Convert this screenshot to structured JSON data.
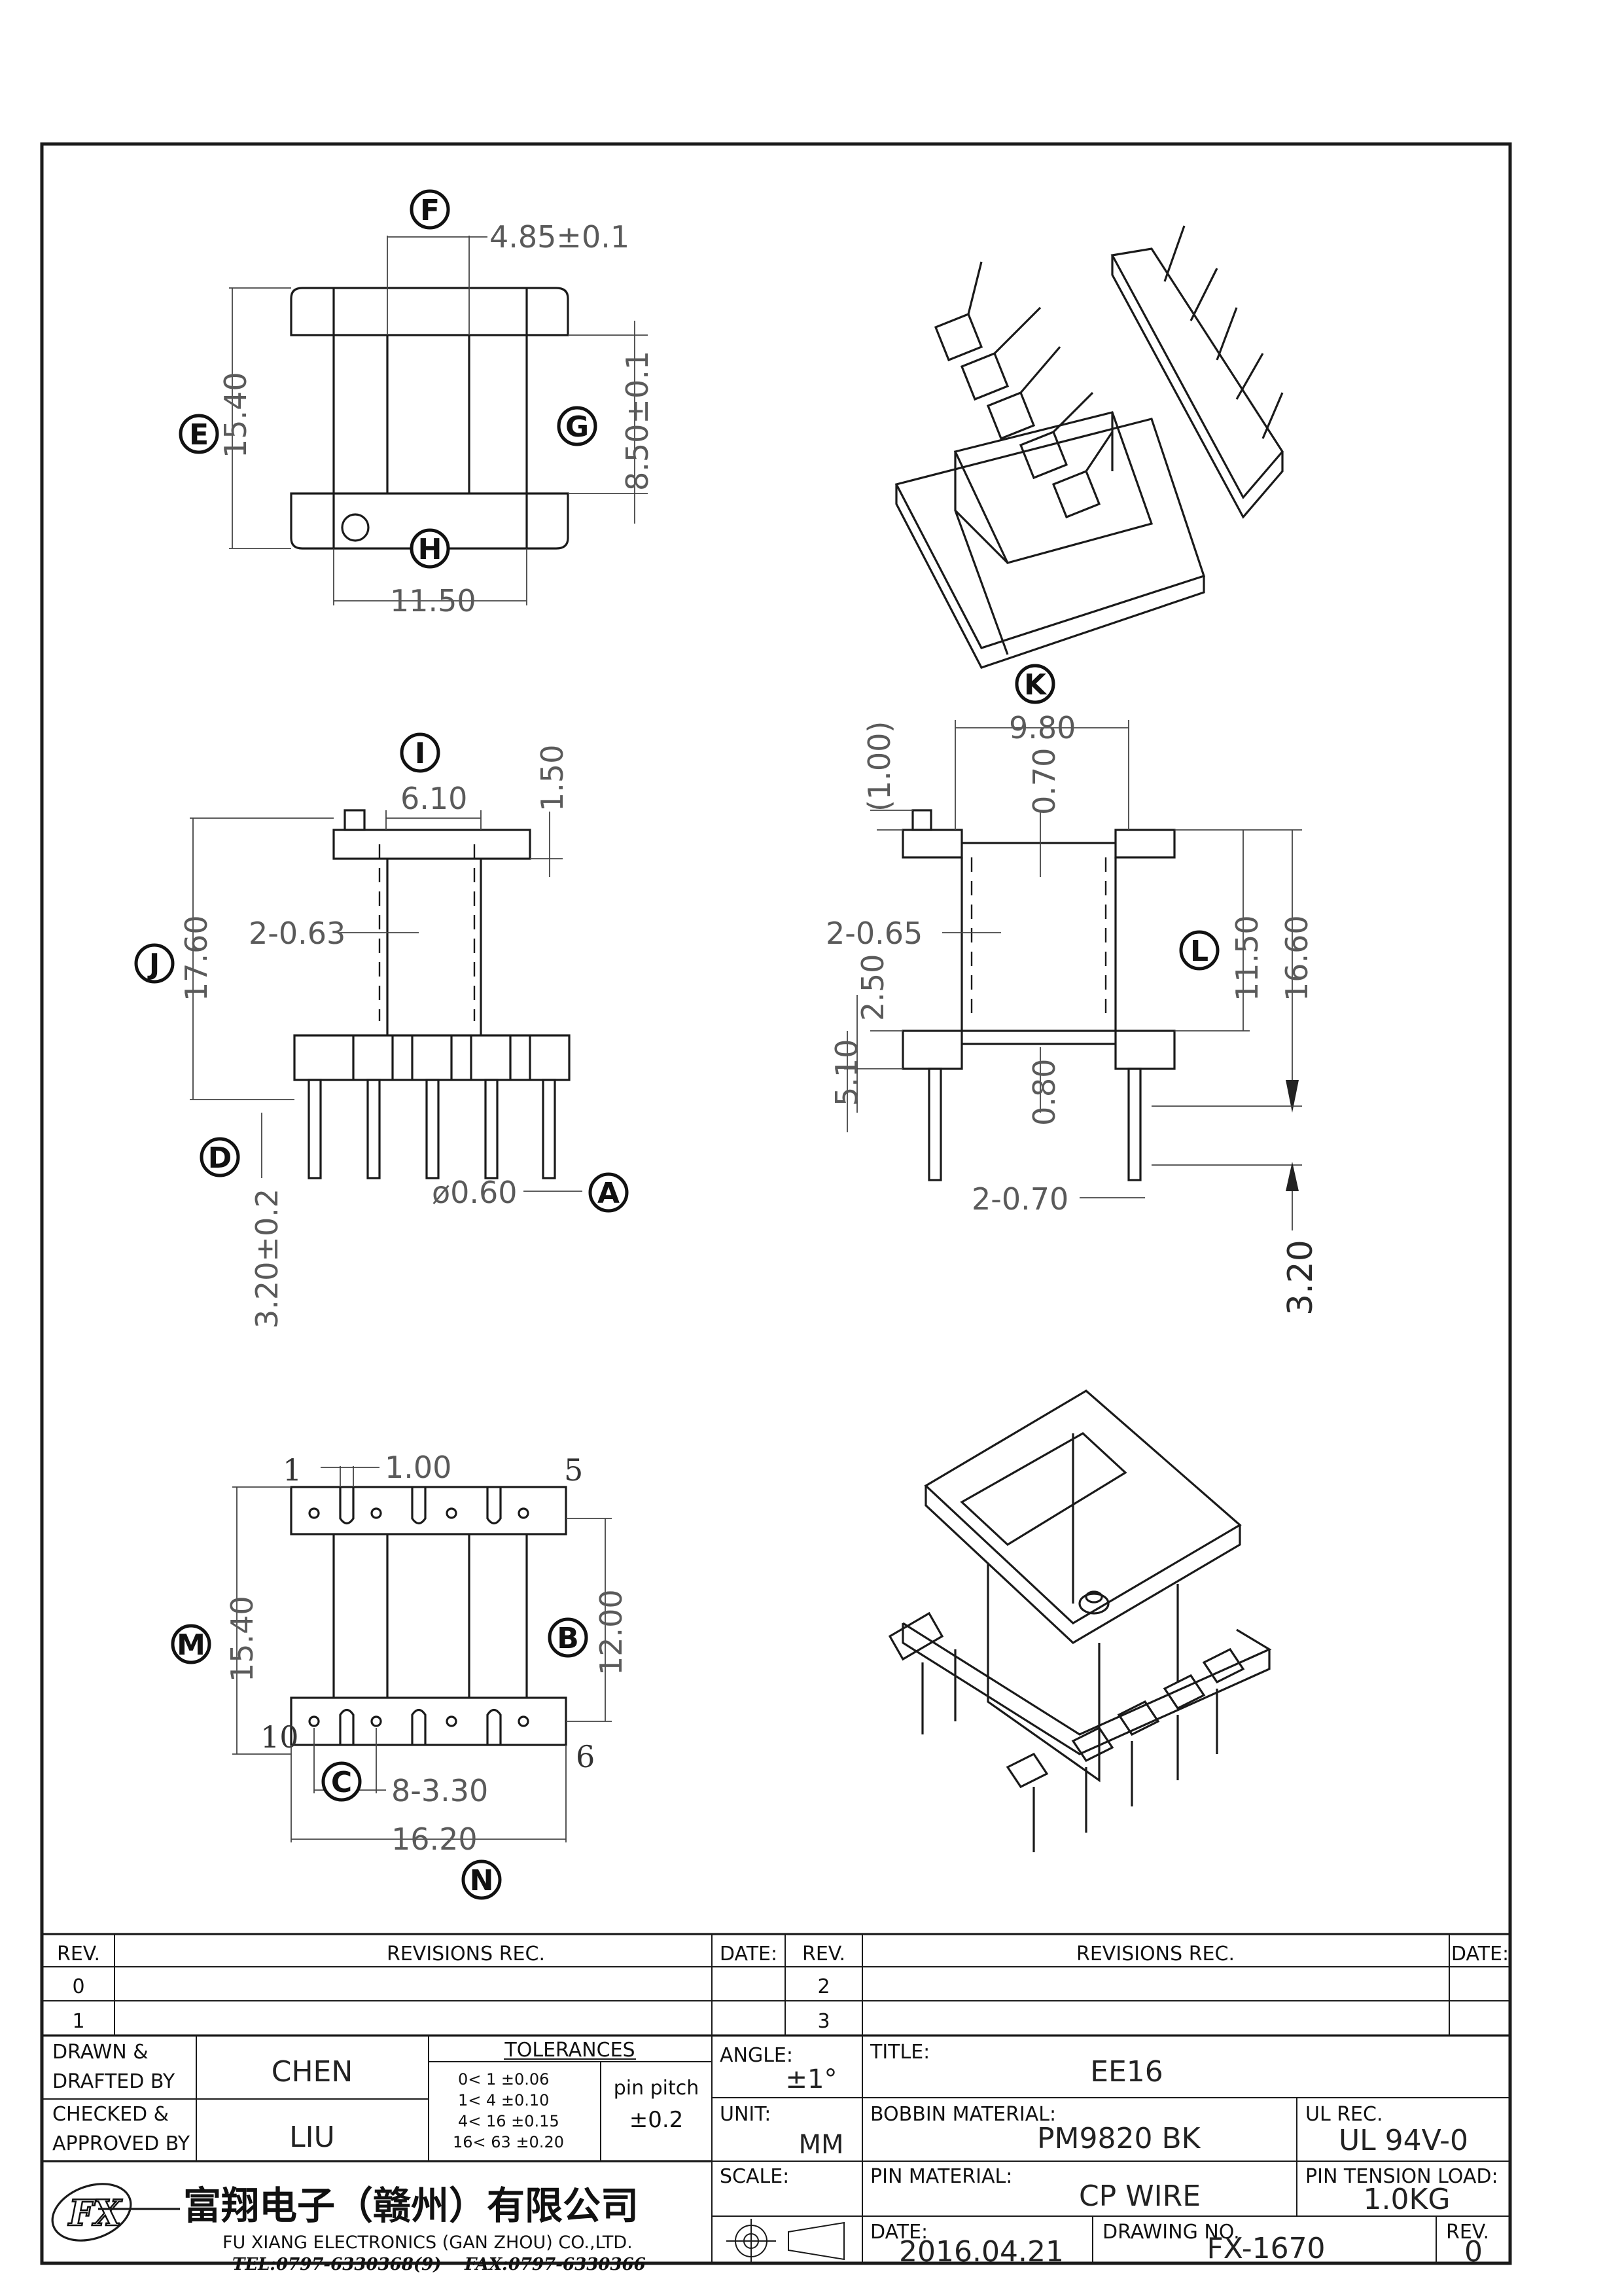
{
  "top_view": {
    "dim_f": "4.85±0.1",
    "dim_e": "15.40",
    "dim_g": "8.50±0.1",
    "dim_h": "11.50"
  },
  "side_view": {
    "dim_i": "6.10",
    "dim_flange": "1.50",
    "dim_slot": "2-0.63",
    "dim_j": "17.60",
    "dim_d": "3.20±0.2",
    "dim_pin": "ø0.60"
  },
  "front_view": {
    "dim_ref": "(1.00)",
    "dim_k": "9.80",
    "dim_070": "0.70",
    "dim_slot": "2-0.65",
    "dim_250": "2.50",
    "dim_510": "5.10",
    "dim_l": "11.50",
    "dim_1660": "16.60",
    "dim_080": "0.80",
    "dim_pins": "2-0.70",
    "dim_320": "3.20"
  },
  "bottom_view": {
    "pin_1": "1",
    "pin_5": "5",
    "pin_10": "10",
    "pin_6": "6",
    "dim_100": "1.00",
    "dim_m": "15.40",
    "dim_b": "12.00",
    "dim_c": "8-3.30",
    "dim_n": "16.20"
  },
  "labels": [
    "F",
    "E",
    "G",
    "H",
    "K",
    "I",
    "J",
    "D",
    "A",
    "L",
    "M",
    "B",
    "C",
    "N"
  ],
  "title_block": {
    "rev_header": "REV.",
    "revisions_header": "REVISIONS  REC.",
    "date_header": "DATE:",
    "rev_rows_left": [
      "0",
      "1"
    ],
    "rev_rows_right": [
      "2",
      "3"
    ],
    "drawn_label": "DRAWN &",
    "drafted_label": "DRAFTED BY",
    "drawn_by": "CHEN",
    "checked_label": "CHECKED &",
    "approved_label": "APPROVED BY",
    "approved_by": "LIU",
    "tolerances_label": "TOLERANCES",
    "tol_rows": [
      "0<  1   ±0.06",
      "1<  4   ±0.10",
      "4<  16  ±0.15",
      "16<  63  ±0.20"
    ],
    "pin_pitch_label": "pin pitch",
    "pin_pitch_value": "±0.2",
    "angle_label": "ANGLE:",
    "angle_value": "±1°",
    "unit_label": "UNIT:",
    "unit_value": "MM",
    "scale_label": "SCALE:",
    "title_label": "TITLE:",
    "title_value": "EE16",
    "bobbin_label": "BOBBIN MATERIAL:",
    "bobbin_value": "PM9820  BK",
    "ul_label": "UL REC.",
    "ul_value": "UL  94V-0",
    "pin_material_label": "PIN MATERIAL:",
    "pin_material_value": "CP  WIRE",
    "tension_label": "PIN TENSION LOAD:",
    "tension_value": "1.0KG",
    "date_label": "DATE:",
    "date_value": "2016.04.21",
    "drawing_no_label": "DRAWING NO.",
    "drawing_no_value": "FX-1670",
    "rev_label": "REV.",
    "rev_value": "0",
    "company_cn": "富翔电子（赣州）有限公司",
    "company_en": "FU XIANG ELECTRONICS (GAN ZHOU) CO.,LTD.",
    "tel": "TEL:0797-6330368(9)",
    "fax": "FAX:0797-6330366",
    "logo_text": "FX"
  }
}
